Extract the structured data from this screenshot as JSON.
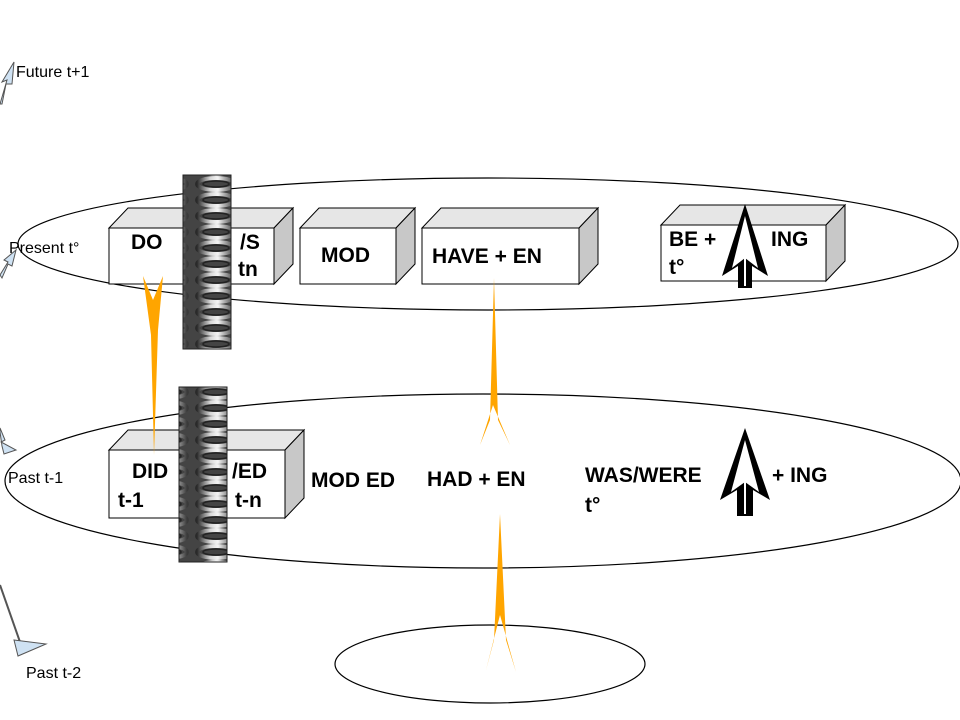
{
  "timeline": {
    "future": "Future t+1",
    "present": "Present t°",
    "past1": "Past t-1",
    "past2": "Past t-2"
  },
  "present_row": {
    "do_label": "DO",
    "s_label": "/S",
    "tn_label": "tn",
    "mod_label": "MOD",
    "have_en_label": "HAVE + EN",
    "be_label": "BE +",
    "ing_label": "ING",
    "t0_label": "t°"
  },
  "past_row": {
    "did_label": "DID",
    "t1_label": "t-1",
    "ed_label": "/ED",
    "tn_label": "t-n",
    "mod_ed_label": "MOD ED",
    "had_en_label": "HAD + EN",
    "was_were_label": "WAS/WERE",
    "plus_ing_label": "+ ING",
    "t0_label": "t°"
  },
  "colors": {
    "spike": "#FFA500",
    "box_side": "#c8c8c8",
    "box_top": "#e6e6e6",
    "axis_arrow": "#cfe2f3",
    "arrow_black": "#000000"
  }
}
